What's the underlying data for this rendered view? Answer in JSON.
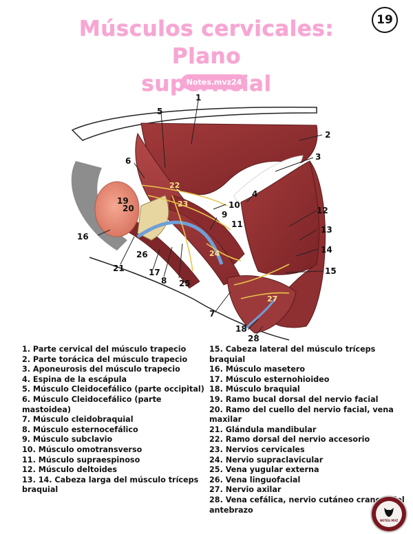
{
  "page_number": "19",
  "title_line1": "Músculos cervicales: Plano",
  "title_line2": "superficial",
  "badge": "Notes.mvz24",
  "logo_text": "NOTES.MVZ",
  "figure_labels": [
    "1",
    "2",
    "3",
    "4",
    "5",
    "6",
    "7",
    "8",
    "9",
    "10",
    "11",
    "12",
    "13",
    "14",
    "15",
    "16",
    "17",
    "18",
    "19",
    "20",
    "21",
    "22",
    "23",
    "24",
    "25",
    "26",
    "27",
    "28"
  ],
  "legend_left": [
    "1.   Parte cervical del músculo trapecio",
    "2.   Parte torácica del músculo trapecio",
    "3.   Aponeurosis del músculo trapecio",
    "4.   Espina de la escápula",
    "5.   Músculo Cleidocefálico (parte occipital)",
    "6.   Músculo Cleidocefálico (parte mastoidea)",
    "7.   Músculo cleidobraquial",
    "8.   Músculo esternocefálico",
    "9.   Músculo subclavio",
    "10. Músculo omotransverso",
    "11. Músculo supraespinoso",
    "12. Músculo deltoides",
    "13. 14. Cabeza larga del músculo tríceps braquial"
  ],
  "legend_right": [
    "15. Cabeza lateral del músculo tríceps braquial",
    "16. Músculo masetero",
    "17.  Músculo esternohioideo",
    "18. Músculo braquial",
    "19. Ramo bucal dorsal del nervio facial",
    "20. Ramo del cuello del nervio facial, vena maxilar",
    "21. Glándula mandibular",
    "22. Ramo dorsal del nervio accesorio",
    "23. Nervios cervicales",
    "24. Nervio supraclavicular",
    "25. Vena yugular externa",
    "26. Vena linguofacial",
    "27. Nervio axilar",
    "28. Vena cefálica, nervio cutáneo craneal del antebrazo"
  ],
  "colors": {
    "title_pink": "#f7a6d3",
    "muscle_red": "#9b3434",
    "muscle_dark": "#6e1f22",
    "masseter": "#e88f7a",
    "nerve_yellow": "#e9c64a",
    "vein_blue": "#6f9fd8"
  }
}
